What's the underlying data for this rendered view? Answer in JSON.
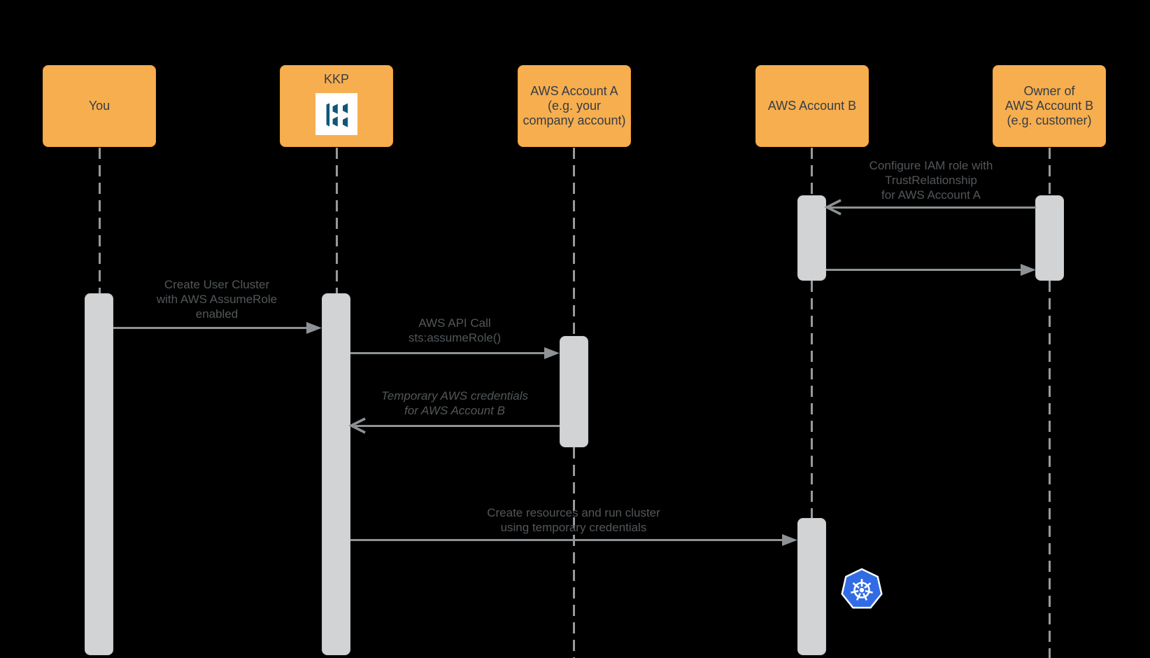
{
  "diagram": {
    "type": "sequence-diagram",
    "background": "#000000",
    "actors": [
      {
        "id": "you",
        "label": "You"
      },
      {
        "id": "kkp",
        "label": "KKP",
        "icon": "kubermatic-logo"
      },
      {
        "id": "aws-a",
        "label": "AWS Account A\n(e.g. your\ncompany account)"
      },
      {
        "id": "aws-b",
        "label": "AWS Account B"
      },
      {
        "id": "owner",
        "label": "Owner of\nAWS Account B\n(e.g. customer)"
      }
    ],
    "messages": [
      {
        "from": "Owner of AWS Account B",
        "to": "AWS Account B",
        "label": "Configure IAM role with\nTrustRelationship\nfor AWS Account A",
        "arrowhead": "open",
        "direction": "left"
      },
      {
        "from": "AWS Account B",
        "to": "Owner of AWS Account B",
        "label": "",
        "arrowhead": "filled",
        "direction": "right"
      },
      {
        "from": "You",
        "to": "KKP",
        "label": "Create User Cluster\nwith AWS AssumeRole\nenabled",
        "arrowhead": "filled",
        "direction": "right"
      },
      {
        "from": "KKP",
        "to": "AWS Account A",
        "label": "AWS API Call\nsts:assumeRole()",
        "arrowhead": "filled",
        "direction": "right"
      },
      {
        "from": "AWS Account A",
        "to": "KKP",
        "label": "Temporary AWS credentials\nfor AWS Account B",
        "arrowhead": "open",
        "direction": "left",
        "emphasis": "italic"
      },
      {
        "from": "KKP",
        "to": "AWS Account B",
        "label": "Create resources and run cluster\nusing temporary credentials",
        "arrowhead": "filled",
        "direction": "right"
      }
    ],
    "icons": {
      "kubermatic": "kubermatic-logo",
      "kubernetes": "kubernetes-logo"
    },
    "colors": {
      "background": "#000000",
      "actor_fill": "#F7AE4F",
      "actor_border": "#EDA23C",
      "actor_text": "#363C44",
      "message_text": "#53575A",
      "arrow": "#8E9294",
      "activation_fill": "#D2D3D5",
      "lifeline": "#97999B",
      "kubernetes_blue": "#326CE5",
      "kubermatic_blue": "#0E567B",
      "logo_background": "#FFFFFF"
    }
  }
}
